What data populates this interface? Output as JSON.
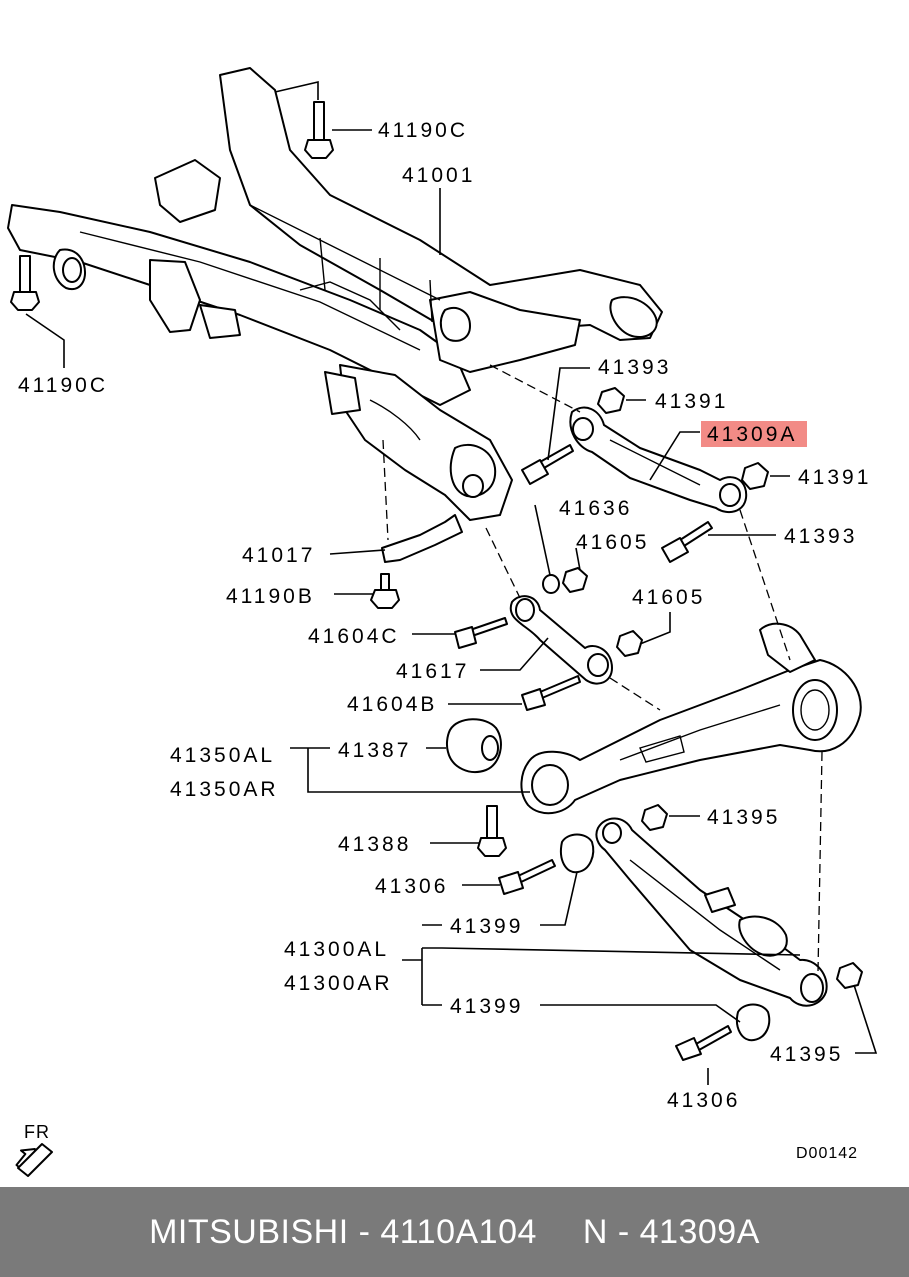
{
  "labels": {
    "l41190c_top": "41190C",
    "l41001": "41001",
    "l41190c_left": "41190C",
    "l41393_top": "41393",
    "l41391_top": "41391",
    "l41309a": "41309A",
    "l41391_right": "41391",
    "l41636": "41636",
    "l41605_a": "41605",
    "l41393_right": "41393",
    "l41017": "41017",
    "l41190b": "41190B",
    "l41605_b": "41605",
    "l41604c": "41604C",
    "l41617": "41617",
    "l41604b": "41604B",
    "l41350al": "41350AL",
    "l41350ar": "41350AR",
    "l41387": "41387",
    "l41395_top": "41395",
    "l41388": "41388",
    "l41306_a": "41306",
    "l41399_a": "41399",
    "l41300al": "41300AL",
    "l41300ar": "41300AR",
    "l41399_b": "41399",
    "l41395_bottom": "41395",
    "l41306_b": "41306",
    "fr": "FR",
    "diagram_code": "D00142"
  },
  "highlight_color": "#f28b86",
  "footer": {
    "brand_part": "MITSUBISHI - 4110A104",
    "ref": "N - 41309A"
  }
}
